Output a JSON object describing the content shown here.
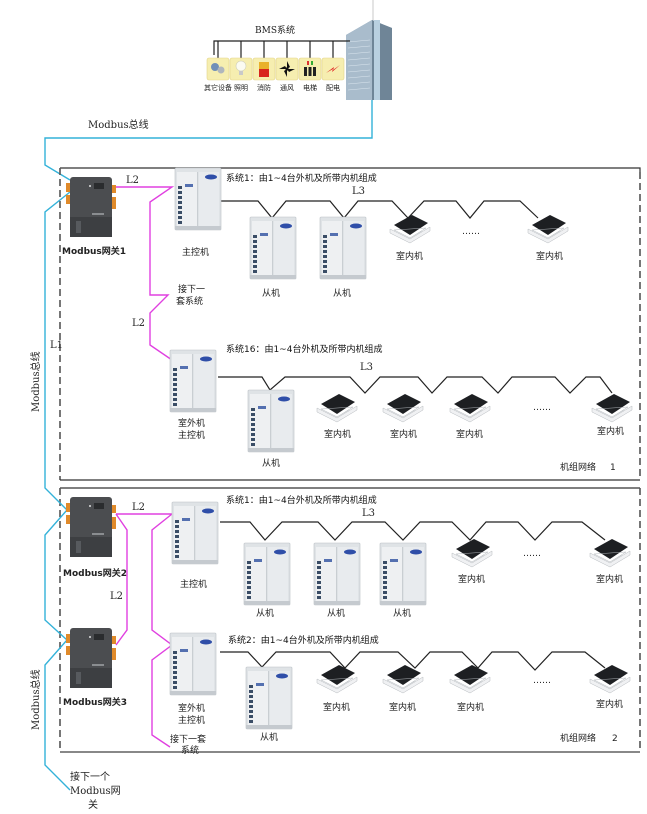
{
  "bms": {
    "title": "BMS系统",
    "subsystems": [
      {
        "label": "其它设备",
        "icon": "devices-icon"
      },
      {
        "label": "照明",
        "icon": "lightbulb-icon"
      },
      {
        "label": "消防",
        "icon": "fire-extinguisher-icon"
      },
      {
        "label": "通风",
        "icon": "fan-icon"
      },
      {
        "label": "电梯",
        "icon": "elevator-icon"
      },
      {
        "label": "配电",
        "icon": "power-icon"
      }
    ]
  },
  "bus_labels": {
    "top": "Modbus总线",
    "left_upper": "Modbus总线",
    "left_lower": "Modbus总线",
    "l1": "L1",
    "next_gateway": [
      "接下一个",
      "Modbus网",
      "关"
    ]
  },
  "gateways": [
    {
      "label": "Modbus网关1"
    },
    {
      "label": "Modbus网关2"
    },
    {
      "label": "Modbus网关3"
    }
  ],
  "networks": [
    {
      "label": "机组网络",
      "number": "1",
      "systems": [
        {
          "title": "系统1：由1~4台外机及所带内机组成",
          "master_label": [
            "主控机"
          ],
          "link_label": "L2",
          "bus_label": "L3",
          "slaves": [
            "从机",
            "从机"
          ],
          "indoor": [
            "室内机",
            "室内机"
          ],
          "ellipsis": "……"
        },
        {
          "title": "系统16：由1~4台外机及所带内机组成",
          "master_label": [
            "室外机",
            "主控机"
          ],
          "link_label": "L2",
          "bus_label": "L3",
          "slaves": [
            "从机"
          ],
          "indoor": [
            "室内机",
            "室内机",
            "室内机",
            "室内机"
          ],
          "ellipsis": "……"
        }
      ],
      "next_system": [
        "接下一",
        "套系统"
      ]
    },
    {
      "label": "机组网络",
      "number": "2",
      "systems": [
        {
          "title": "系统1：由1~4台外机及所带内机组成",
          "master_label": [
            "主控机"
          ],
          "link_label": "L2",
          "bus_label": "L3",
          "slaves": [
            "从机",
            "从机",
            "从机"
          ],
          "indoor": [
            "室内机",
            "室内机"
          ],
          "ellipsis": "……"
        },
        {
          "title": "系统2：由1~4台外机及所带内机组成",
          "master_label": [
            "室外机",
            "主控机"
          ],
          "link_label": "",
          "bus_label": "",
          "slaves": [
            "从机"
          ],
          "indoor": [
            "室内机",
            "室内机",
            "室内机",
            "室内机"
          ],
          "ellipsis": "……"
        }
      ],
      "gateway_link_label": "L2",
      "next_system": [
        "接下一套",
        "系统"
      ]
    }
  ],
  "colors": {
    "modbus_bus": "#33b2d9",
    "l2_link": "#e040e0",
    "l3_link": "#222222",
    "icon_bg": "#f6eeb0"
  }
}
